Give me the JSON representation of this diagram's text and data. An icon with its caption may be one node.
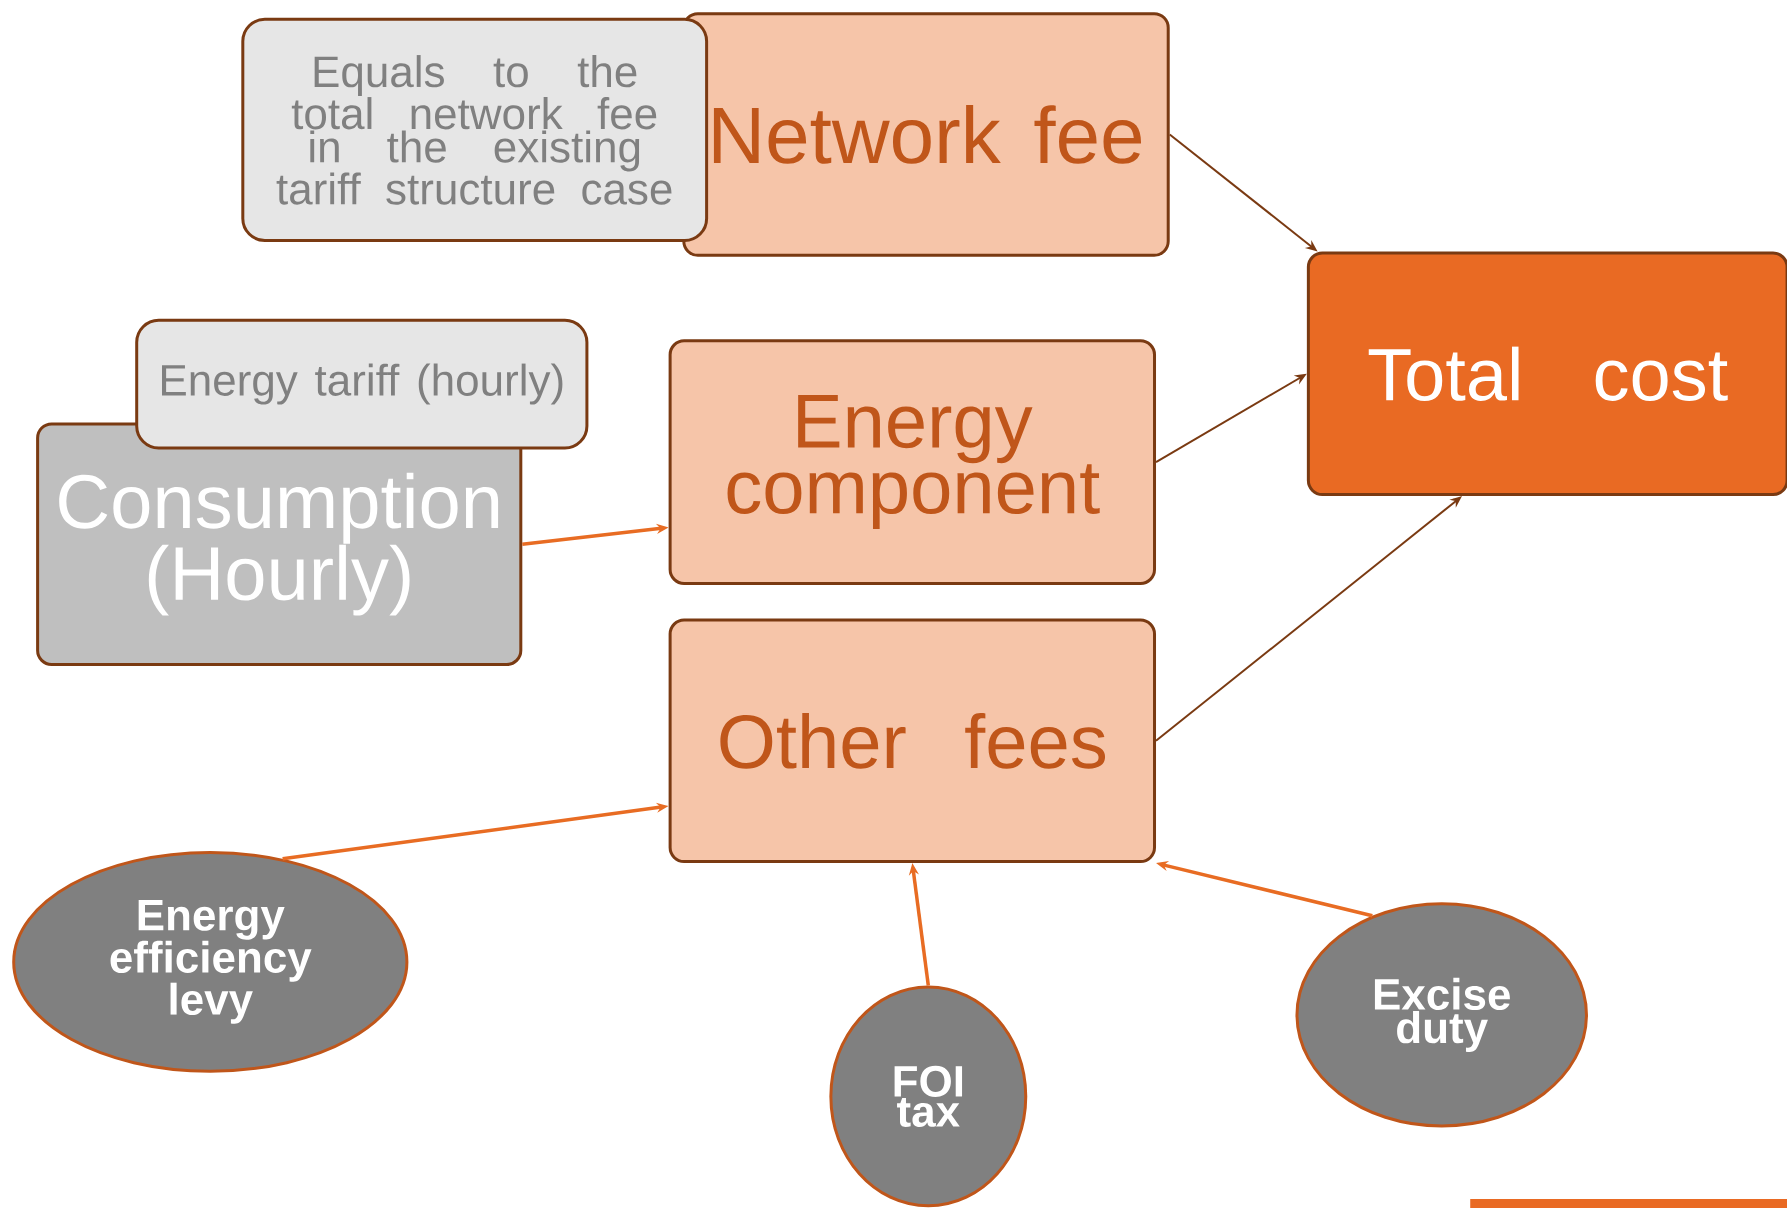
{
  "diagram": {
    "nodes": [
      {
        "text": [
          "Network fee"
        ]
      },
      {
        "text": [
          "Equals to the total network fee in the existing tariff structure case"
        ]
      },
      {
        "text": [
          "Total cost"
        ]
      },
      {
        "text": [
          "Consumption (Hourly)"
        ]
      },
      {
        "text": [
          "Energy tariff (hourly)"
        ]
      },
      {
        "text": [
          "Energy component"
        ]
      },
      {
        "text": [
          "Other fees"
        ]
      },
      {
        "text": [
          "Energy efficiency levy"
        ]
      },
      {
        "text": [
          "FOI tax"
        ]
      },
      {
        "text": [
          "Excise duty"
        ]
      }
    ],
    "edges": [
      {
        "from": 0,
        "to": 2,
        "arrow": "to",
        "color": "#7a3a12"
      },
      {
        "from": 5,
        "to": 2,
        "arrow": "to",
        "color": "#7a3a12"
      },
      {
        "from": 6,
        "to": 2,
        "arrow": "to",
        "color": "#7a3a12"
      },
      {
        "from": 3,
        "to": 5,
        "arrow": "to"
      },
      {
        "from": 7,
        "to": 6,
        "arrow": "to"
      },
      {
        "from": 8,
        "to": 6,
        "arrow": "to"
      },
      {
        "from": 9,
        "to": 6,
        "arrow": "to"
      }
    ]
  }
}
